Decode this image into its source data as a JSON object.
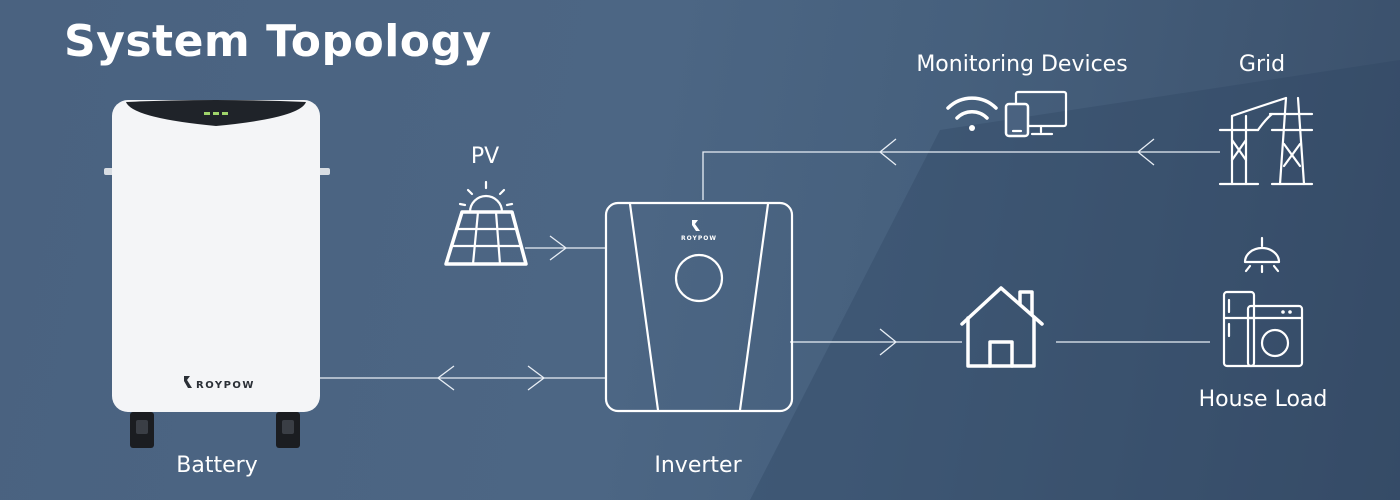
{
  "title": "System Topology",
  "nodes": {
    "battery": "Battery",
    "pv": "PV",
    "inverter": "Inverter",
    "monitoring": "Monitoring Devices",
    "grid": "Grid",
    "house_load": "House Load"
  },
  "brand": {
    "battery_logo": "ROYPOW",
    "inverter_logo": "ROYPOW"
  },
  "colors": {
    "background": "#4a6280",
    "line": "#e8eef5",
    "icon": "#ffffff"
  }
}
